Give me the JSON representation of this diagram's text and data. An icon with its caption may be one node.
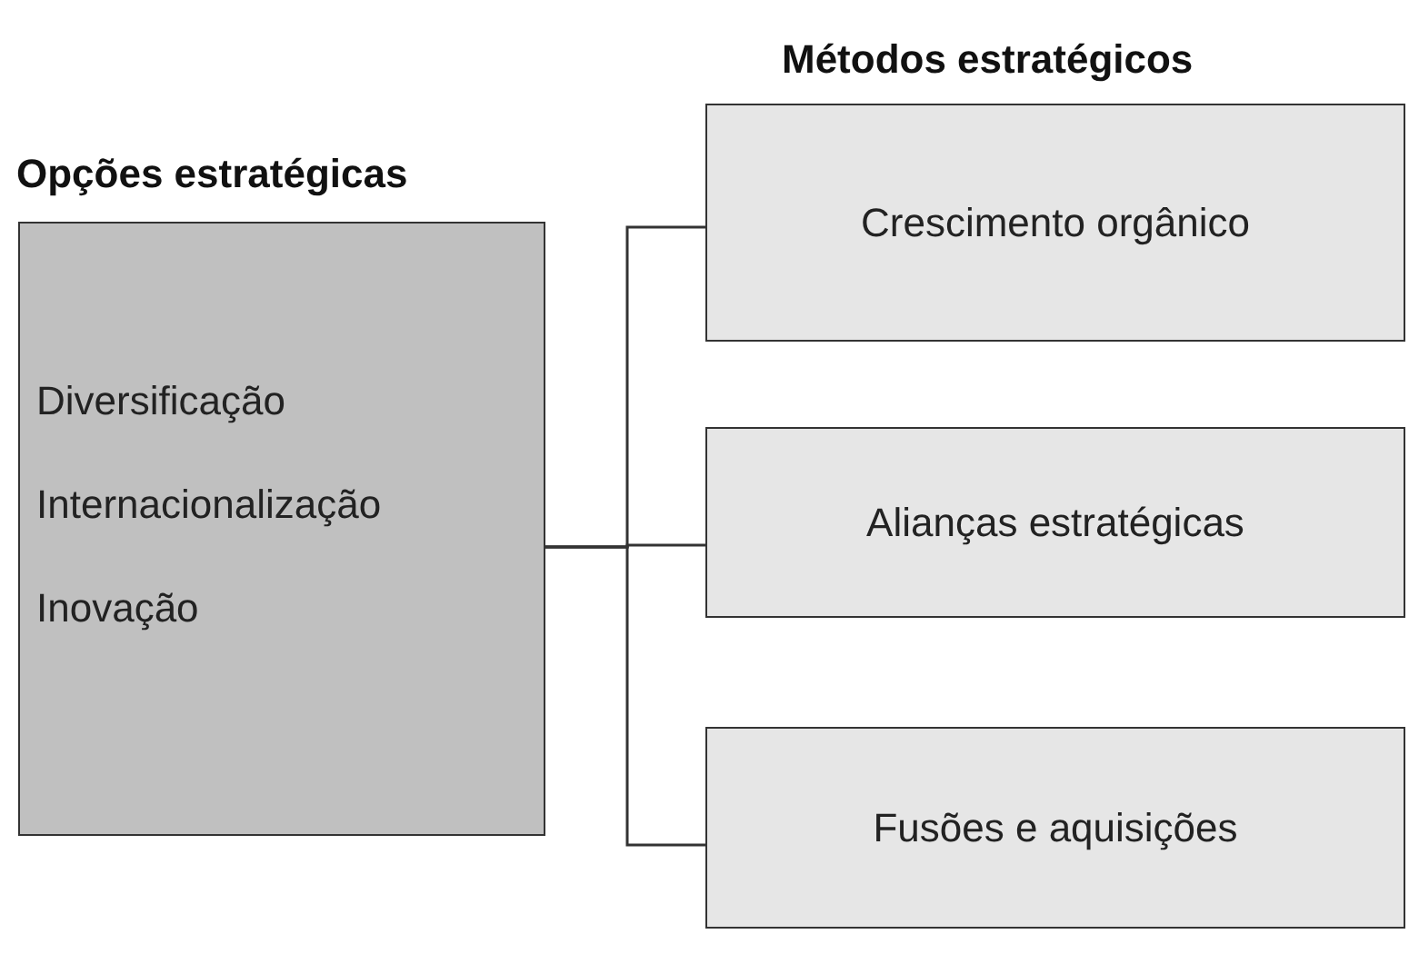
{
  "diagram": {
    "nodes": [
      {
        "text": [
          "Opções estratégicas",
          "Diversificação",
          "Internacionalização",
          "Inovação"
        ]
      },
      {
        "text": [
          "Crescimento orgânico"
        ]
      },
      {
        "text": [
          "Alianças estratégicas"
        ]
      },
      {
        "text": [
          "Fusões e aquisições"
        ]
      }
    ],
    "edges": [
      {
        "from": 0,
        "to": 1,
        "arrow": "none"
      },
      {
        "from": 0,
        "to": 2,
        "arrow": "none"
      },
      {
        "from": 0,
        "to": 3,
        "arrow": "none"
      }
    ],
    "labels": [
      "Métodos estratégicos"
    ]
  }
}
